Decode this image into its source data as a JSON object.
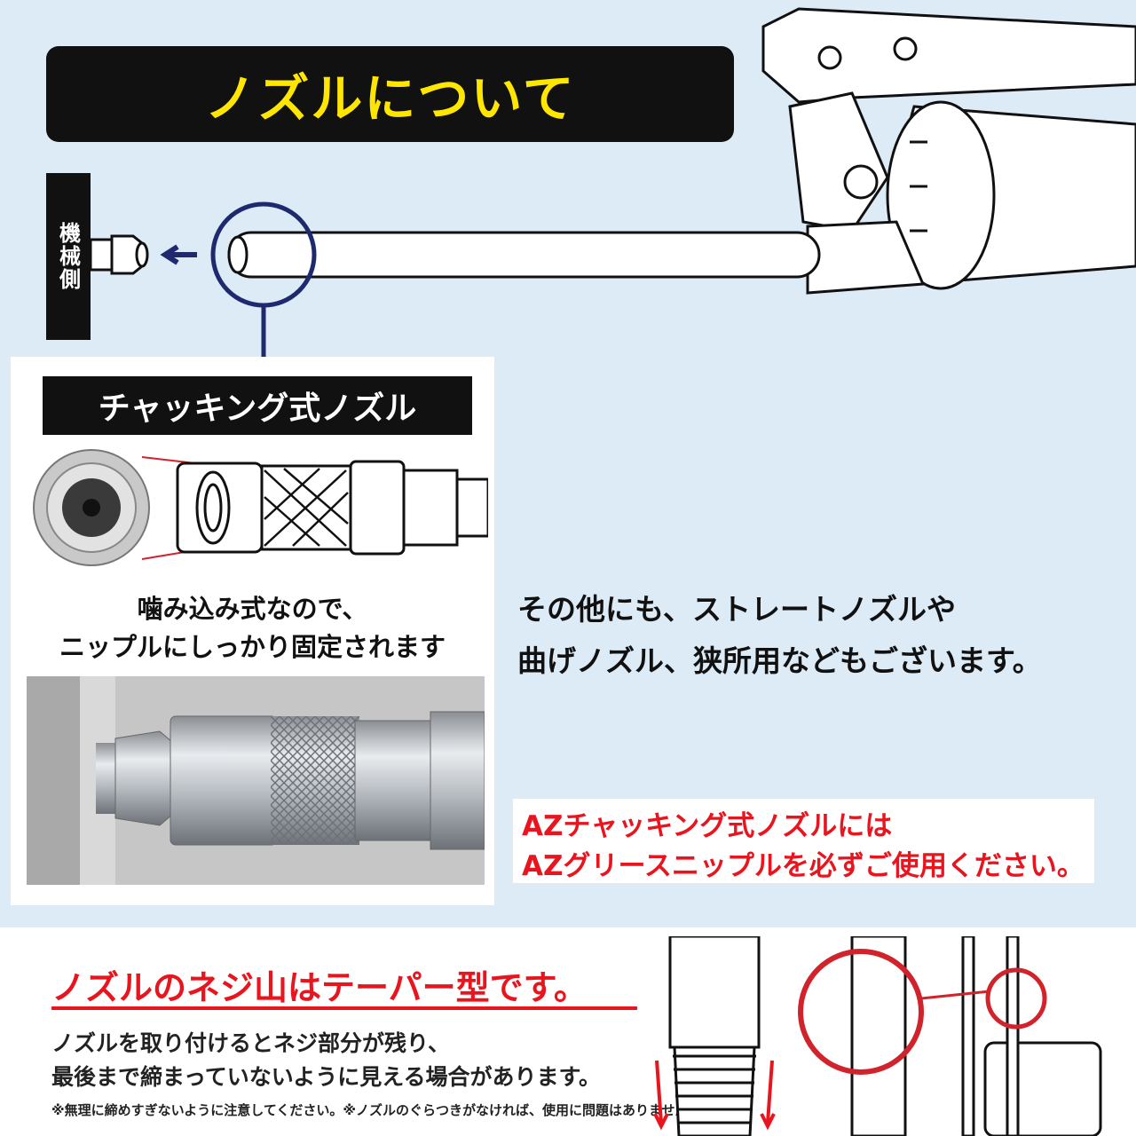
{
  "title": "ノズルについて",
  "machine_side_label": "機械側",
  "chuck_nozzle_label": "チャッキング式ノズル",
  "caption": [
    "噛み込み式なので、",
    "ニップルにしっかり固定されます"
  ],
  "other_nozzles": [
    "その他にも、ストレートノズルや",
    "曲げノズル、狭所用などもございます。"
  ],
  "warning": [
    "AZチャッキング式ノズルには",
    "AZグリースニップルを必ずご使用ください。"
  ],
  "taper": {
    "title": "ノズルのネジ山はテーパー型です。",
    "body": [
      "ノズルを取り付けるとネジ部分が残り、",
      "最後まで締まっていないように見える場合があります。"
    ],
    "note": "※無理に締めすぎないように注意してください。※ノズルのぐらつきがなければ、使用に問題はありません。"
  },
  "colors": {
    "accent_yellow": "#ffe600",
    "warning_red": "#e8141e",
    "circle_navy": "#1f2a6e",
    "background": "#dcebf5"
  }
}
